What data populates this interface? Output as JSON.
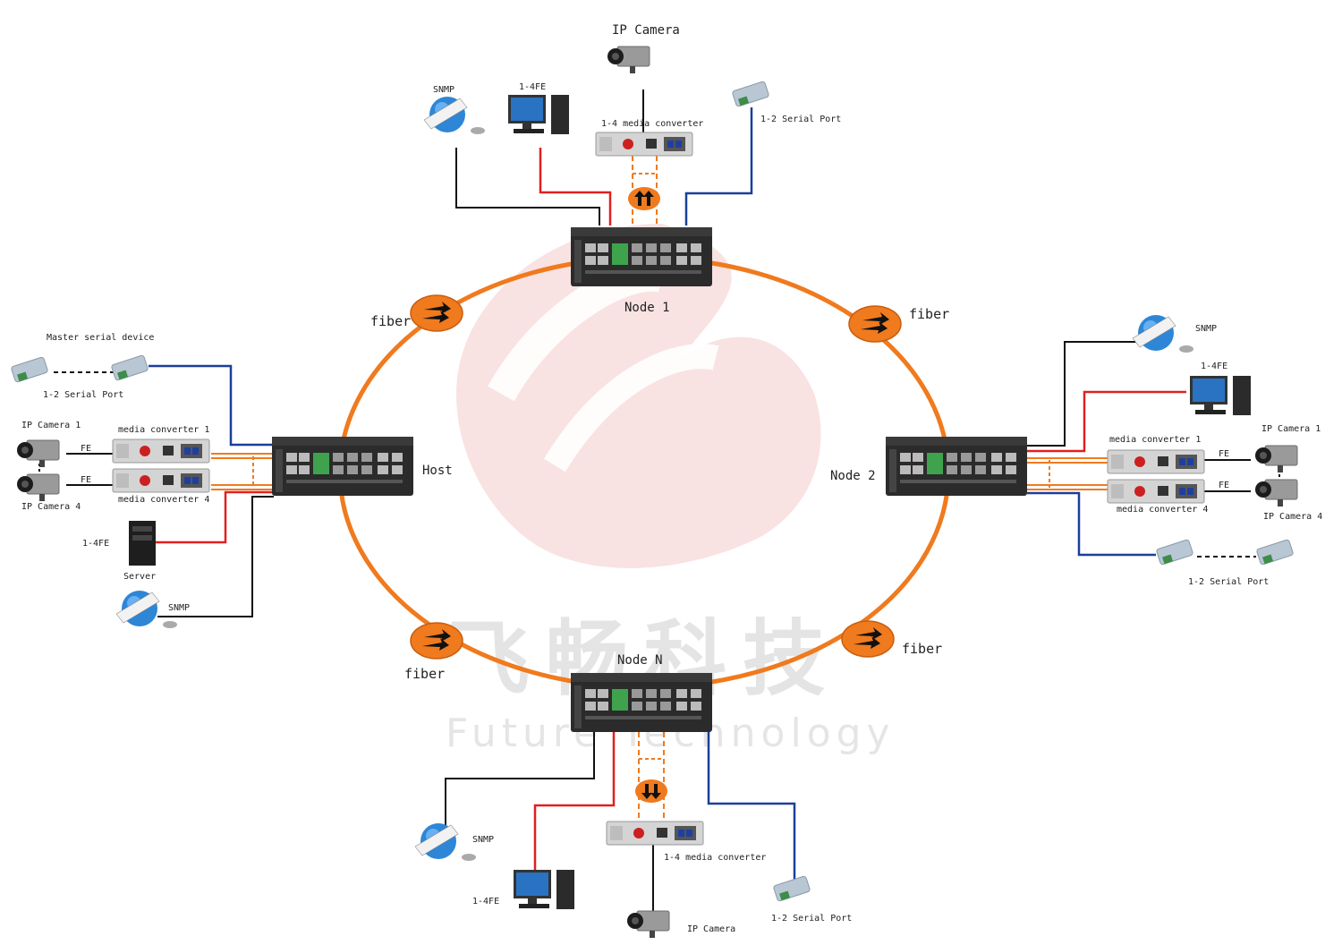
{
  "watermark": {
    "chinese": "飞畅科技",
    "english": "Future Technology"
  },
  "nodes": {
    "node1": "Node 1",
    "host": "Host",
    "node2": "Node 2",
    "nodeN": "Node N"
  },
  "fiber_label": "fiber",
  "top": {
    "ip_camera": "IP Camera",
    "fe": "1-4FE",
    "snmp": "SNMP",
    "media_converter": "1-4 media converter",
    "serial_port": "1-2 Serial Port"
  },
  "left": {
    "master_serial": "Master serial device",
    "serial_port": "1-2 Serial Port",
    "ip_camera_1": "IP Camera 1",
    "ip_camera_4": "IP Camera 4",
    "media_converter_1": "media converter 1",
    "media_converter_4": "media converter 4",
    "fe": "FE",
    "fe_server": "1-4FE",
    "server": "Server",
    "snmp": "SNMP"
  },
  "right": {
    "snmp": "SNMP",
    "fe": "1-4FE",
    "media_converter_1": "media converter 1",
    "media_converter_4": "media converter 4",
    "ip_camera_1": "IP Camera 1",
    "ip_camera_4": "IP Camera 4",
    "fe_short": "FE",
    "serial_port": "1-2 Serial Port"
  },
  "bottom": {
    "snmp": "SNMP",
    "fe": "1-4FE",
    "media_converter": "1-4 media converter",
    "ip_camera": "IP Camera",
    "serial_port": "1-2 Serial Port"
  },
  "colors": {
    "fiber": "#f07a1e",
    "red_cable": "#e02020",
    "blue_cable": "#1a3f9a",
    "black_cable": "#111111",
    "switch": "#2b2b2b"
  }
}
